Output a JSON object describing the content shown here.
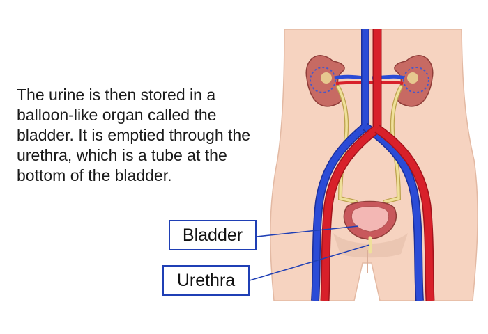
{
  "description_text": "The urine is then stored in a balloon-like organ called the bladder. It is emptied through the urethra, which is a tube at the bottom of the bladder.",
  "labels": {
    "bladder": "Bladder",
    "urethra": "Urethra"
  },
  "colors": {
    "skin": "#f6d3c0",
    "artery": "#d8202a",
    "vein": "#2b4bd6",
    "ureter": "#efe09a",
    "kidney": "#c76a63",
    "bladder": "#c8585c",
    "label_border": "#1f3fb5"
  }
}
